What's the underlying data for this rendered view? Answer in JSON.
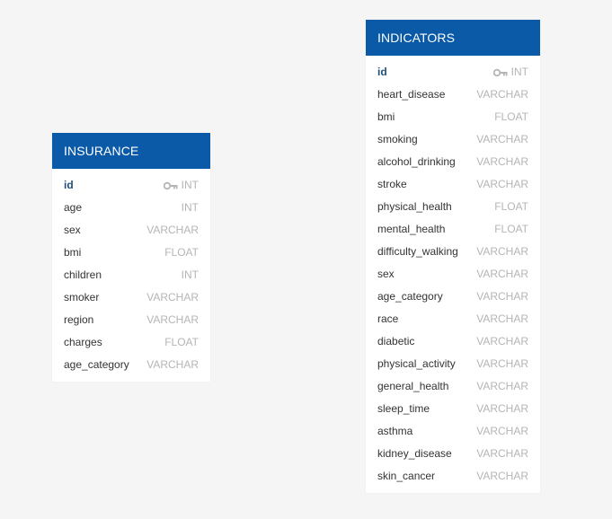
{
  "colors": {
    "background": "#f5f5f5",
    "header": "#0a5aa8",
    "header_text": "#ffffff",
    "column_name": "#333333",
    "primary_key_name": "#1f4e79",
    "column_type": "#b5b5b5"
  },
  "tables": [
    {
      "name": "INSURANCE",
      "columns": [
        {
          "name": "id",
          "type": "INT",
          "primary_key": true,
          "icon": "key-icon"
        },
        {
          "name": "age",
          "type": "INT"
        },
        {
          "name": "sex",
          "type": "VARCHAR"
        },
        {
          "name": "bmi",
          "type": "FLOAT"
        },
        {
          "name": "children",
          "type": "INT"
        },
        {
          "name": "smoker",
          "type": "VARCHAR"
        },
        {
          "name": "region",
          "type": "VARCHAR"
        },
        {
          "name": "charges",
          "type": "FLOAT"
        },
        {
          "name": "age_category",
          "type": "VARCHAR"
        }
      ]
    },
    {
      "name": "INDICATORS",
      "columns": [
        {
          "name": "id",
          "type": "INT",
          "primary_key": true,
          "icon": "key-icon"
        },
        {
          "name": "heart_disease",
          "type": "VARCHAR"
        },
        {
          "name": "bmi",
          "type": "FLOAT"
        },
        {
          "name": "smoking",
          "type": "VARCHAR"
        },
        {
          "name": "alcohol_drinking",
          "type": "VARCHAR"
        },
        {
          "name": "stroke",
          "type": "VARCHAR"
        },
        {
          "name": "physical_health",
          "type": "FLOAT"
        },
        {
          "name": "mental_health",
          "type": "FLOAT"
        },
        {
          "name": "difficulty_walking",
          "type": "VARCHAR"
        },
        {
          "name": "sex",
          "type": "VARCHAR"
        },
        {
          "name": "age_category",
          "type": "VARCHAR"
        },
        {
          "name": "race",
          "type": "VARCHAR"
        },
        {
          "name": "diabetic",
          "type": "VARCHAR"
        },
        {
          "name": "physical_activity",
          "type": "VARCHAR"
        },
        {
          "name": "general_health",
          "type": "VARCHAR"
        },
        {
          "name": "sleep_time",
          "type": "VARCHAR"
        },
        {
          "name": "asthma",
          "type": "VARCHAR"
        },
        {
          "name": "kidney_disease",
          "type": "VARCHAR"
        },
        {
          "name": "skin_cancer",
          "type": "VARCHAR"
        }
      ]
    }
  ]
}
